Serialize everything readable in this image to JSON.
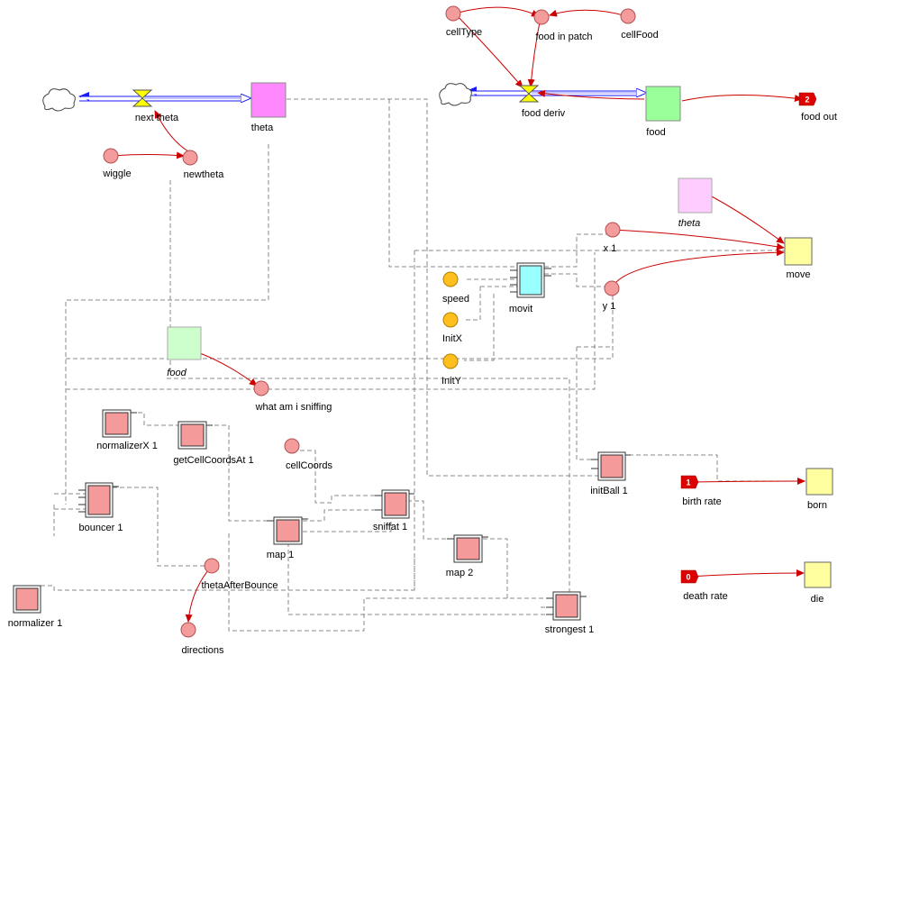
{
  "colors": {
    "stock_theta": "#ff88ff",
    "stock_food": "#99ff99",
    "ghost_theta": "#ffccff",
    "ghost_food": "#ccffcc",
    "variable": "#f49b9b",
    "parameter": "#ffc01f",
    "submodel": "#f59a9a",
    "submodel_cyan": "#99ffff",
    "action": "#ffffa0",
    "flow_valve": "#ffff00",
    "arrow": "#cc0000",
    "flow_pipe": "#1a1aff",
    "wire": "#888888",
    "port": "#dd0000"
  },
  "nodes": {
    "next_theta": "next theta",
    "theta": "theta",
    "wiggle": "wiggle",
    "newtheta": "newtheta",
    "cellType": "cellType",
    "food_in_patch": "food in patch",
    "cellFood": "cellFood",
    "food_deriv": "food deriv",
    "food": "food",
    "food_out": "food out",
    "theta_ghost": "theta",
    "move": "move",
    "x1": "x 1",
    "y1": "y 1",
    "speed": "speed",
    "InitX": "InitX",
    "InitY": "InitY",
    "movit": "movit",
    "food_ghost": "food",
    "what_am_i_sniffing": "what am i sniffing",
    "normalizerX1": "normalizerX 1",
    "getCellCoordsAt1": "getCellCoordsAt 1",
    "cellCoords": "cellCoords",
    "initBall1": "initBall 1",
    "birth_rate": "birth rate",
    "born": "born",
    "bouncer1": "bouncer 1",
    "sniffat1": "sniffat 1",
    "map1": "map 1",
    "map2": "map 2",
    "thetaAfterBounce": "thetaAfterBounce",
    "death_rate": "death rate",
    "die": "die",
    "normalizer1": "normalizer 1",
    "strongest1": "strongest 1",
    "directions": "directions"
  },
  "ports": {
    "food_out": "2",
    "birth_rate": "1",
    "death_rate": "0"
  },
  "icons": {
    "cloud": "cloud-icon",
    "valve": "valve-icon",
    "port": "port-flag-icon"
  }
}
